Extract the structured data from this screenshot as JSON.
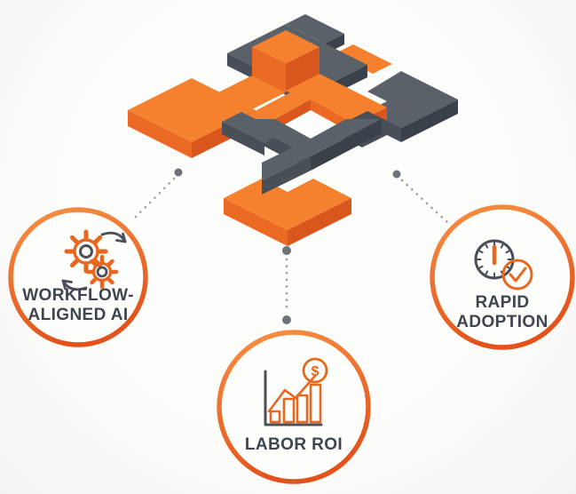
{
  "title": "AI value proposition diagram",
  "colors": {
    "bg_center": "#fdfdfc",
    "bg_edge": "#f4f3f1",
    "orange_top": "#f5812e",
    "orange_left": "#ea6a24",
    "orange_right": "#d9571d",
    "gray_top": "#5b6169",
    "gray_left": "#494f58",
    "gray_right": "#3b414a",
    "dot_small": "#9aa0a6",
    "dot_big": "#6e737a",
    "ring_light": "#f79145",
    "ring_dark": "#e2521a",
    "circle_fill": "#fefefd",
    "text": "#3f454e",
    "icon_gray": "#4a4f58",
    "icon_orange": "#e8671f"
  },
  "center_graphic": {
    "name": "interlocking isometric puzzle blocks",
    "pieces": [
      "orange cross with cube",
      "gray top plate",
      "orange left plate",
      "gray right plate",
      "gray center frame",
      "orange front plate"
    ]
  },
  "nodes": {
    "workflow": {
      "icon": "gears-sync-icon",
      "line1": "WORKFLOW-",
      "line2": "ALIGNED AI"
    },
    "labor": {
      "icon": "growth-chart-dollar-icon",
      "dollar": "$",
      "line1": "LABOR ROI"
    },
    "adoption": {
      "icon": "clock-check-icon",
      "line1": "RAPID",
      "line2": "ADOPTION"
    }
  }
}
